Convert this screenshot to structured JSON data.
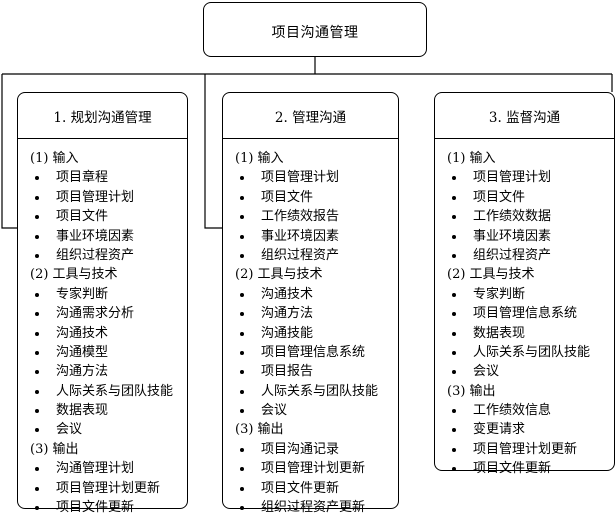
{
  "root": {
    "title": "项目沟通管理"
  },
  "processes": [
    {
      "title": "1. 规划沟通管理",
      "sections": [
        {
          "title": "(1) 输入",
          "items": [
            "项目章程",
            "项目管理计划",
            "项目文件",
            "事业环境因素",
            "组织过程资产"
          ]
        },
        {
          "title": "(2) 工具与技术",
          "items": [
            "专家判断",
            "沟通需求分析",
            "沟通技术",
            "沟通模型",
            "沟通方法",
            "人际关系与团队技能",
            "数据表现",
            "会议"
          ]
        },
        {
          "title": "(3) 输出",
          "items": [
            "沟通管理计划",
            "项目管理计划更新",
            "项目文件更新"
          ]
        }
      ]
    },
    {
      "title": "2. 管理沟通",
      "sections": [
        {
          "title": "(1) 输入",
          "items": [
            "项目管理计划",
            "项目文件",
            "工作绩效报告",
            "事业环境因素",
            "组织过程资产"
          ]
        },
        {
          "title": "(2) 工具与技术",
          "items": [
            "沟通技术",
            "沟通方法",
            "沟通技能",
            "项目管理信息系统",
            "项目报告",
            "人际关系与团队技能",
            "会议"
          ]
        },
        {
          "title": "(3) 输出",
          "items": [
            "项目沟通记录",
            "项目管理计划更新",
            "项目文件更新",
            "组织过程资产更新"
          ]
        }
      ]
    },
    {
      "title": "3. 监督沟通",
      "sections": [
        {
          "title": "(1) 输入",
          "items": [
            "项目管理计划",
            "项目文件",
            "工作绩效数据",
            "事业环境因素",
            "组织过程资产"
          ]
        },
        {
          "title": "(2) 工具与技术",
          "items": [
            "专家判断",
            "项目管理信息系统",
            "数据表现",
            "人际关系与团队技能",
            "会议"
          ]
        },
        {
          "title": "(3) 输出",
          "items": [
            "工作绩效信息",
            "变更请求",
            "项目管理计划更新",
            "项目文件更新"
          ]
        }
      ]
    }
  ]
}
